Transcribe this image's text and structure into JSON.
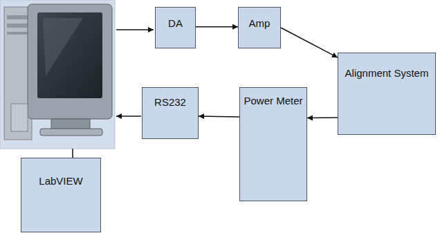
{
  "diagram": {
    "nodes": [
      {
        "text": [
          "DA"
        ]
      },
      {
        "text": [
          "Amp"
        ]
      },
      {
        "text": [
          "Alignment System"
        ]
      },
      {
        "text": [
          "Power Meter"
        ]
      },
      {
        "text": [
          "RS232"
        ]
      },
      {
        "text": [
          "LabVIEW"
        ]
      }
    ],
    "edges": [
      {
        "from": 0,
        "to": 1,
        "arrow": "to"
      },
      {
        "from": 1,
        "to": 2,
        "arrow": "to"
      },
      {
        "from": 2,
        "to": 3,
        "arrow": "to"
      },
      {
        "from": 3,
        "to": 4,
        "arrow": "to"
      }
    ]
  }
}
